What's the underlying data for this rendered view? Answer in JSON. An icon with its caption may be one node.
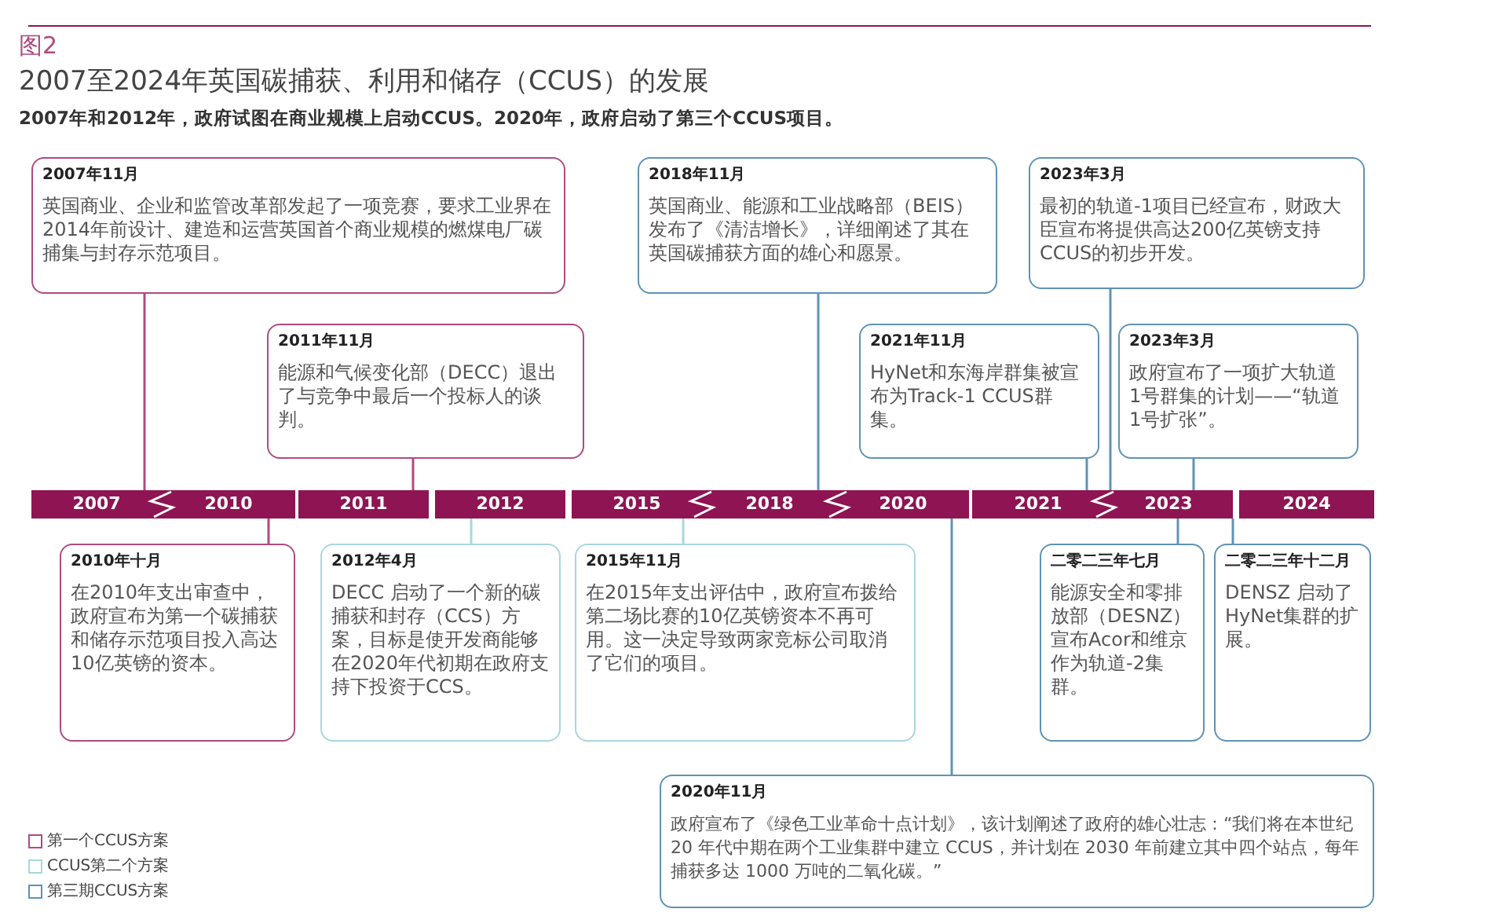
{
  "diagram": {
    "title": "2007至2024年英国碳捕获、利用和储存（CCUS）的发展",
    "nodes": [
      {
        "text": [
          "2007年11月",
          "英国商业、企业和监管改革部发起了一项竞赛，要求工业界在2014年前设计、建造和运营英国首个商业规模的燃煤电厂碳捕集与封存示范项目。"
        ]
      },
      {
        "text": [
          "2018年11月",
          "英国商业、能源和工业战略部（BEIS）发布了《清洁增长》，详细阐述了其在英国碳捕获方面的雄心和愿景。"
        ]
      },
      {
        "text": [
          "2023年3月",
          "最初的轨道-1项目已经宣布，财政大臣宣布将提供高达200亿英镑支持CCUS的初步开发。"
        ]
      },
      {
        "text": [
          "2011年11月",
          "能源和气候变化部（DECC）退出了与竞争中最后一个投标人的谈判。"
        ]
      },
      {
        "text": [
          "2021年11月",
          "HyNet和东海岸群集被宣布为Track-1 CCUS群集。"
        ]
      },
      {
        "text": [
          "2023年3月",
          "政府宣布了一项扩大轨道1号群集的计划——“轨道1号扩张”。"
        ]
      },
      {
        "text": [
          "2007"
        ]
      },
      {
        "text": [
          "2010"
        ]
      },
      {
        "text": [
          "2011"
        ]
      },
      {
        "text": [
          "2012"
        ]
      },
      {
        "text": [
          "2015"
        ]
      },
      {
        "text": [
          "2018"
        ]
      },
      {
        "text": [
          "2020"
        ]
      },
      {
        "text": [
          "2021"
        ]
      },
      {
        "text": [
          "2023"
        ]
      },
      {
        "text": [
          "2024"
        ]
      },
      {
        "text": [
          "2010年十月",
          "在2010年支出审查中，政府宣布为第一个碳捕获和储存示范项目投入高达10亿英镑的资本。"
        ]
      },
      {
        "text": [
          "2012年4月",
          "DECC 启动了一个新的碳捕获和封存（CCS）方案，目标是使开发商能够在2020年代初期在政府支持下投资于CCS。"
        ]
      },
      {
        "text": [
          "2015年11月",
          "在2015年支出评估中，政府宣布拨给第二场比赛的10亿英镑资本不再可用。这一决定导致两家竞标公司取消了它们的项目。"
        ]
      },
      {
        "text": [
          "二零二三年七月",
          "能源安全和零排放部（DESNZ）宣布Acor和维京作为轨道-2集群。"
        ]
      },
      {
        "text": [
          "二零二三年十二月",
          "DENSZ 启动了HyNet集群的扩展。"
        ]
      },
      {
        "text": [
          "2020年11月",
          "政府宣布了《绿色工业革命十点计划》，该计划阐述了政府的雄心壮志：“我们将在本世纪 20 年代中期在两个工业集群中建立 CCUS，并计划在 2030 年前建立其中四个站点，每年捕获多达 1000 万吨的二氧化碳。”"
        ]
      }
    ],
    "edges": [
      {
        "from": 0,
        "to": 6,
        "arrow": "none",
        "color": "#b04a80"
      },
      {
        "from": 1,
        "to": 11,
        "arrow": "none"
      },
      {
        "from": 2,
        "to": 14,
        "arrow": "none"
      },
      {
        "from": 3,
        "to": 8,
        "arrow": "none",
        "color": "#b04a80"
      },
      {
        "from": 4,
        "to": 13,
        "arrow": "none"
      },
      {
        "from": 5,
        "to": 14,
        "arrow": "none"
      },
      {
        "from": 16,
        "to": 7,
        "arrow": "none",
        "color": "#b04a80"
      },
      {
        "from": 17,
        "to": 9,
        "arrow": "none",
        "color": "#a9d6df"
      },
      {
        "from": 18,
        "to": 10,
        "arrow": "none",
        "color": "#a9d6df"
      },
      {
        "from": 19,
        "to": 14,
        "arrow": "none"
      },
      {
        "from": 20,
        "to": 14,
        "arrow": "none"
      },
      {
        "from": 21,
        "to": 12,
        "arrow": "none"
      }
    ],
    "labels": [
      "图2",
      "2007年和2012年，政府试图在商业规模上启动CCUS。2020年，政府启动了第三个CCUS项目。"
    ],
    "legend": [
      {
        "text": "第一个CCUS方案",
        "color": "#b04a80"
      },
      {
        "text": "CCUS第二个方案",
        "color": "#a9d6df"
      },
      {
        "text": "第三期CCUS方案",
        "color": "#5e93b5"
      }
    ]
  }
}
